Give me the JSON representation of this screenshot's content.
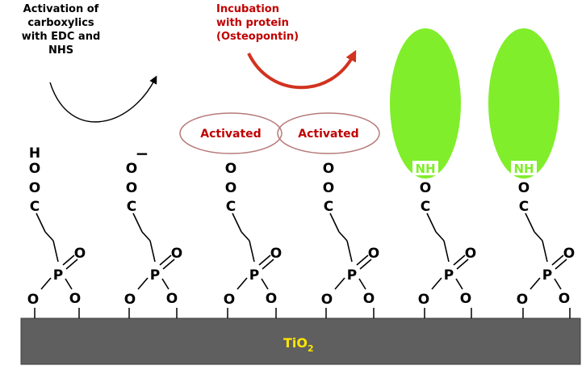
{
  "annotations": {
    "step1": "Activation of\ncarboxylics\nwith EDC and\nNHS",
    "step2": "Incubation\nwith protein\n(Osteopontin)"
  },
  "labels": {
    "activated": "Activated",
    "surface_main": "TiO",
    "surface_sub": "2"
  },
  "atoms": {
    "hydrogen": "H",
    "oxygen": "O",
    "carbon": "C",
    "phosphorus": "P",
    "amine": "NH",
    "charge": "−"
  },
  "colors": {
    "surface": "#5f5f5f",
    "surface_text": "#ffe600",
    "protein": "#80ee2a",
    "annotation_red": "#c00000",
    "activated_ring": "#b77a7a",
    "activated_text": "#c00000",
    "amine_text": "#80ee2a"
  }
}
